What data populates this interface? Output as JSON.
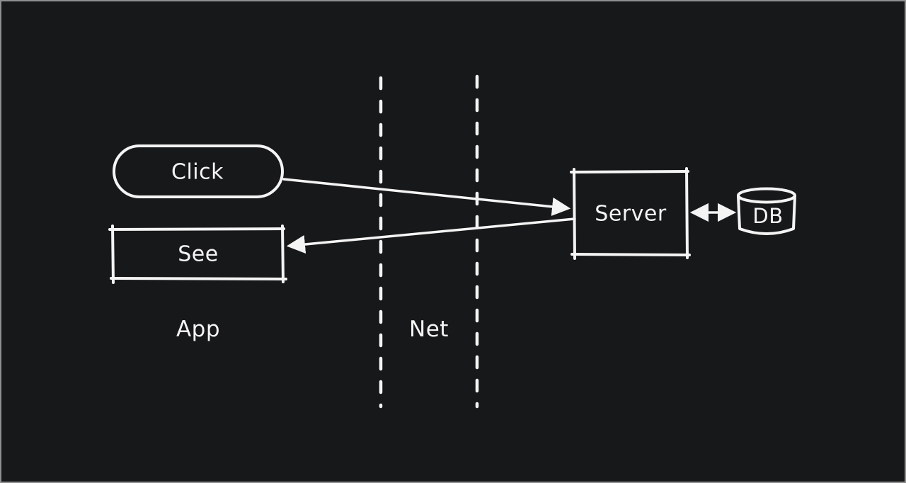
{
  "canvas": {
    "background_color": "#17181a",
    "stroke_color": "#f4f4f4",
    "frame_border_color": "#8f8f8f",
    "style": "hand-drawn-whiteboard"
  },
  "diagram": {
    "nodes": {
      "click": {
        "label": "Click",
        "shape": "rounded-pill"
      },
      "see": {
        "label": "See",
        "shape": "rectangle"
      },
      "server": {
        "label": "Server",
        "shape": "rectangle"
      },
      "db": {
        "label": "DB",
        "shape": "cylinder"
      }
    },
    "zone_labels": {
      "app": {
        "label": "App"
      },
      "net": {
        "label": "Net"
      }
    },
    "edges": [
      {
        "from": "Click",
        "to": "Server",
        "style": "arrow"
      },
      {
        "from": "Server",
        "to": "See",
        "style": "arrow"
      },
      {
        "from": "Server",
        "to": "DB",
        "style": "double-arrow"
      }
    ],
    "separators": [
      {
        "name": "net-boundary-left",
        "style": "dashed-vertical"
      },
      {
        "name": "net-boundary-right",
        "style": "dashed-vertical"
      }
    ]
  }
}
